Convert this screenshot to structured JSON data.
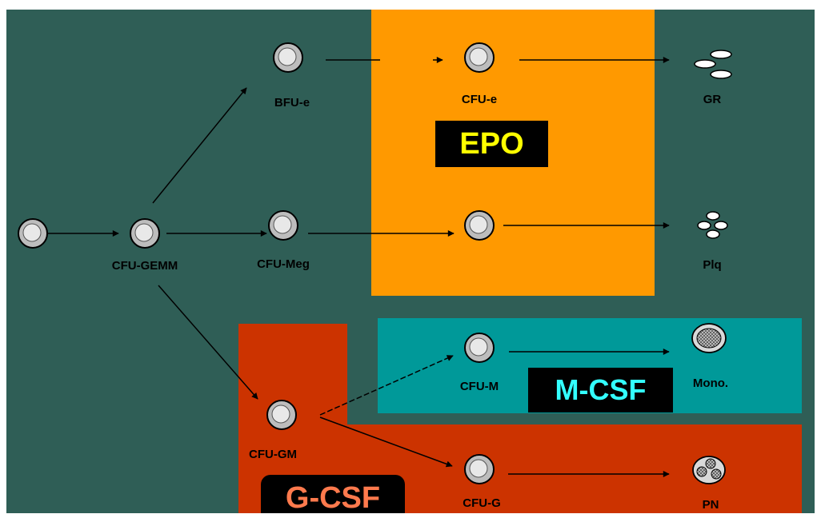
{
  "colors": {
    "background": "#2f5e56",
    "epo_zone": "#ff9900",
    "gcsf_zone": "#cc3300",
    "mcsf_zone": "#009999",
    "epo_text": "#ffff00",
    "mcsf_text": "#33ffff",
    "gcsf_text": "#ff7a4d"
  },
  "cells": {
    "bfu_e": "BFU-e",
    "cfu_e": "CFU-e",
    "gr": "GR",
    "cfu_gemm": "CFU-GEMM",
    "cfu_meg": "CFU-Meg",
    "plq": "Plq",
    "cfu_m": "CFU-M",
    "mono": "Mono.",
    "cfu_gm": "CFU-GM",
    "cfu_g": "CFU-G",
    "pn": "PN"
  },
  "cytokines": {
    "epo": "EPO",
    "mcsf": "M-CSF",
    "gcsf": "G-CSF"
  }
}
